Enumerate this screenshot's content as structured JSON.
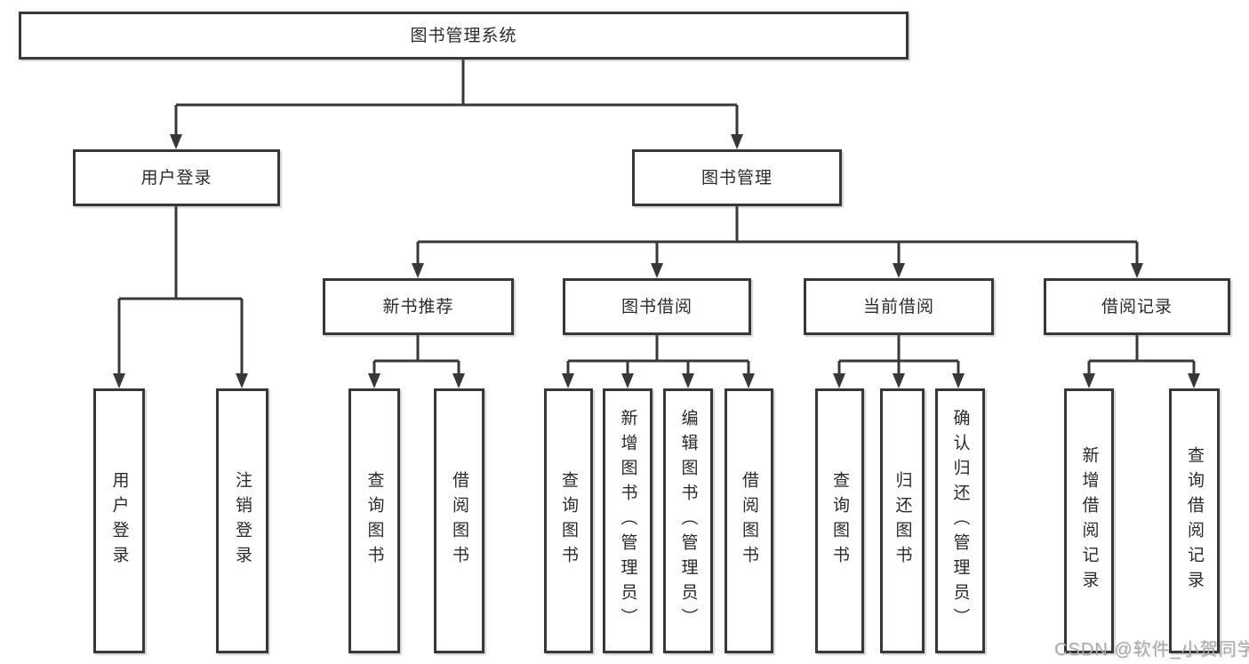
{
  "diagram": {
    "title": "图书管理系统",
    "root": {
      "label": "图书管理系统"
    },
    "level2": [
      {
        "label": "用户登录",
        "parent": "图书管理系统"
      },
      {
        "label": "图书管理",
        "parent": "图书管理系统"
      }
    ],
    "level3": [
      {
        "label": "新书推荐",
        "parent": "图书管理"
      },
      {
        "label": "图书借阅",
        "parent": "图书管理"
      },
      {
        "label": "当前借阅",
        "parent": "图书管理"
      },
      {
        "label": "借阅记录",
        "parent": "图书管理"
      }
    ],
    "leaves": [
      {
        "label": "用户登录",
        "parent": "用户登录"
      },
      {
        "label": "注销登录",
        "parent": "用户登录"
      },
      {
        "label": "查询图书",
        "parent": "新书推荐"
      },
      {
        "label": "借阅图书",
        "parent": "新书推荐"
      },
      {
        "label": "查询图书",
        "parent": "图书借阅"
      },
      {
        "label": "新增图书（管理员）",
        "parent": "图书借阅"
      },
      {
        "label": "编辑图书（管理员）",
        "parent": "图书借阅"
      },
      {
        "label": "借阅图书",
        "parent": "图书借阅"
      },
      {
        "label": "查询图书",
        "parent": "当前借阅"
      },
      {
        "label": "归还图书",
        "parent": "当前借阅"
      },
      {
        "label": "确认归还（管理员）",
        "parent": "当前借阅"
      },
      {
        "label": "新增借阅记录",
        "parent": "借阅记录"
      },
      {
        "label": "查询借阅记录",
        "parent": "借阅记录"
      }
    ]
  },
  "watermark": {
    "text": "CSDN @软件_小贺同学"
  },
  "colors": {
    "line": "#383838",
    "box_border": "#383838",
    "box_bg": "#ffffff",
    "text": "#2b2b2b",
    "watermark": "#ababab",
    "background": "#ffffff"
  }
}
